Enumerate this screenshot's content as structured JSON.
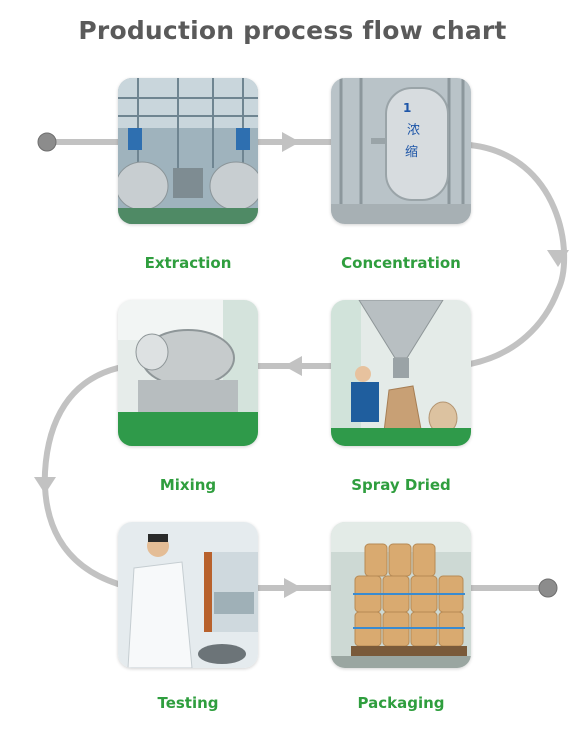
{
  "title": "Production process flow chart",
  "colors": {
    "title": "#5a5a5a",
    "label": "#2f9e3e",
    "arrow": "#c2c2c2",
    "node": "#8c8c8c"
  },
  "steps": [
    {
      "label": "Extraction",
      "icon": "extraction-tanks-photo"
    },
    {
      "label": "Concentration",
      "icon": "concentration-vessel-photo"
    },
    {
      "label": "Mixing",
      "icon": "mixing-machine-photo"
    },
    {
      "label": "Spray Dried",
      "icon": "spray-dryer-photo"
    },
    {
      "label": "Testing",
      "icon": "lab-testing-photo"
    },
    {
      "label": "Packaging",
      "icon": "packaged-drums-photo"
    }
  ]
}
